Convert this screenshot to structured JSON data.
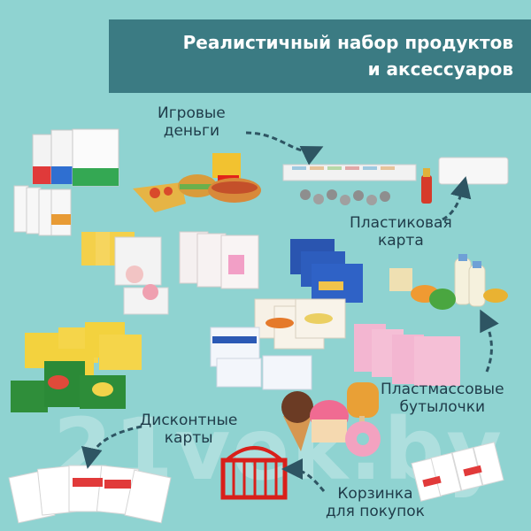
{
  "header": {
    "title_line1": "Реалистичный набор продуктов",
    "title_line2": "и аксессуаров"
  },
  "labels": {
    "play_money": [
      "Игровые",
      "деньги"
    ],
    "plastic_card": [
      "Пластиковая",
      "карта"
    ],
    "plastic_bottles": [
      "Пластмассовые",
      "бутылочки"
    ],
    "discount_cards": [
      "Дисконтные",
      "карты"
    ],
    "shopping_basket": [
      "Корзинка",
      "для покупок"
    ]
  },
  "watermark": "21vek.by",
  "colors": {
    "background": "#8fd3d1",
    "banner": "#3b7b83",
    "label_text": "#1f3b49",
    "arrow": "#2e5563"
  }
}
